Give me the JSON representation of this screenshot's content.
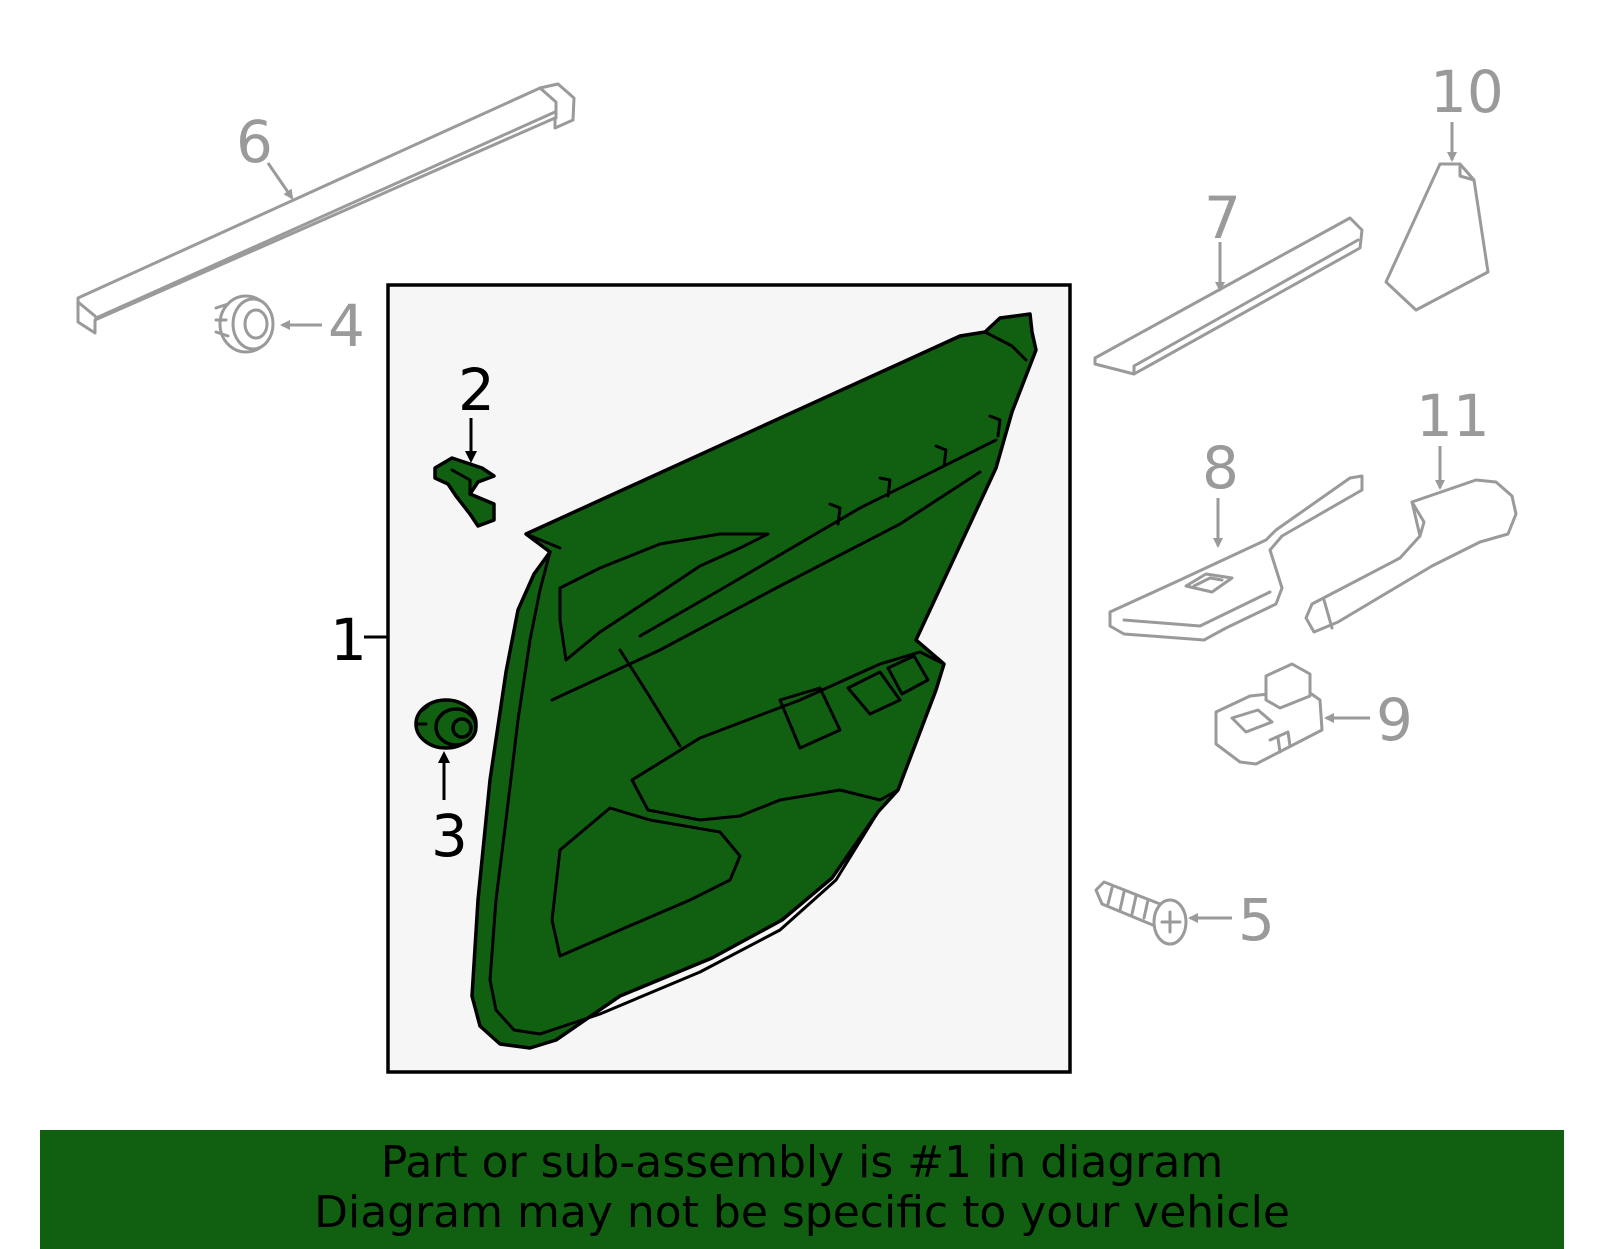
{
  "callouts": {
    "c1": "1",
    "c2": "2",
    "c3": "3",
    "c4": "4",
    "c5": "5",
    "c6": "6",
    "c7": "7",
    "c8": "8",
    "c9": "9",
    "c10": "10",
    "c11": "11"
  },
  "highlight_color": "#116011",
  "ghost_color": "#9a9a9a",
  "banner": {
    "line1": "Part or sub-assembly is #1 in diagram",
    "line2": "Diagram may not be specific to your vehicle"
  }
}
